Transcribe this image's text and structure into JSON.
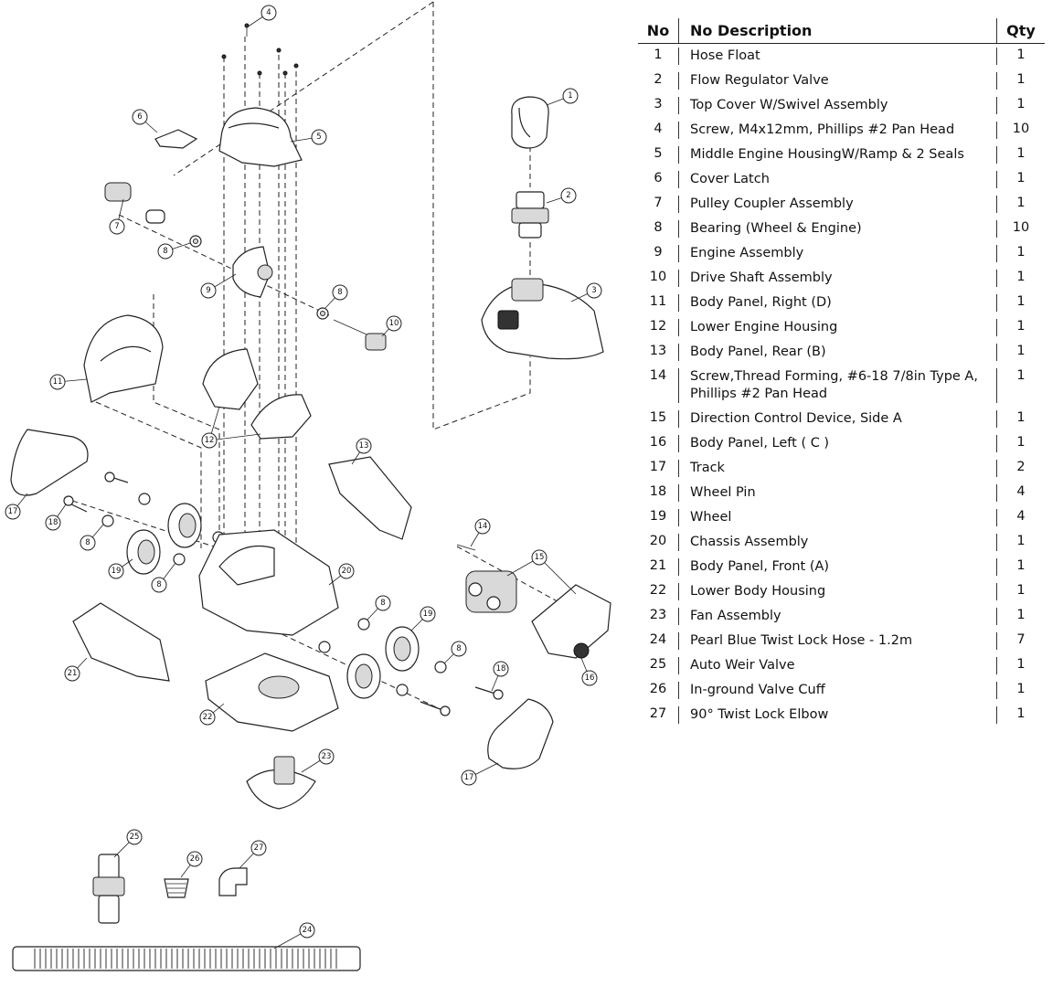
{
  "table": {
    "headers": {
      "no": "No",
      "description": "No Description",
      "qty": "Qty"
    },
    "rows": [
      {
        "no": "1",
        "description": "Hose Float",
        "qty": "1"
      },
      {
        "no": "2",
        "description": "Flow Regulator Valve",
        "qty": "1"
      },
      {
        "no": "3",
        "description": "Top Cover W/Swivel Assembly",
        "qty": "1"
      },
      {
        "no": "4",
        "description": "Screw, M4x12mm, Phillips #2 Pan Head",
        "qty": "10"
      },
      {
        "no": "5",
        "description": "Middle Engine HousingW/Ramp & 2 Seals",
        "qty": "1"
      },
      {
        "no": "6",
        "description": "Cover Latch",
        "qty": "1"
      },
      {
        "no": "7",
        "description": "Pulley Coupler Assembly",
        "qty": "1"
      },
      {
        "no": "8",
        "description": "Bearing (Wheel & Engine)",
        "qty": "10"
      },
      {
        "no": "9",
        "description": "Engine Assembly",
        "qty": "1"
      },
      {
        "no": "10",
        "description": "Drive Shaft Assembly",
        "qty": "1"
      },
      {
        "no": "11",
        "description": "Body Panel, Right (D)",
        "qty": "1"
      },
      {
        "no": "12",
        "description": "Lower Engine Housing",
        "qty": "1"
      },
      {
        "no": "13",
        "description": "Body Panel, Rear (B)",
        "qty": "1"
      },
      {
        "no": "14",
        "description": "Screw,Thread Forming, #6-18 7/8in Type A, Phillips #2 Pan Head",
        "qty": "1"
      },
      {
        "no": "15",
        "description": "Direction Control Device, Side A",
        "qty": "1"
      },
      {
        "no": "16",
        "description": "Body Panel, Left ( C )",
        "qty": "1"
      },
      {
        "no": "17",
        "description": "Track",
        "qty": "2"
      },
      {
        "no": "18",
        "description": "Wheel Pin",
        "qty": "4"
      },
      {
        "no": "19",
        "description": "Wheel",
        "qty": "4"
      },
      {
        "no": "20",
        "description": "Chassis Assembly",
        "qty": "1"
      },
      {
        "no": "21",
        "description": "Body Panel, Front (A)",
        "qty": "1"
      },
      {
        "no": "22",
        "description": "Lower Body Housing",
        "qty": "1"
      },
      {
        "no": "23",
        "description": "Fan Assembly",
        "qty": "1"
      },
      {
        "no": "24",
        "description": "Pearl Blue Twist Lock Hose - 1.2m",
        "qty": "7"
      },
      {
        "no": "25",
        "description": "Auto Weir Valve",
        "qty": "1"
      },
      {
        "no": "26",
        "description": "In-ground Valve Cuff",
        "qty": "1"
      },
      {
        "no": "27",
        "description": "90° Twist Lock Elbow",
        "qty": "1"
      }
    ]
  },
  "diagram": {
    "callouts": [
      "1",
      "2",
      "3",
      "4",
      "5",
      "6",
      "7",
      "8",
      "9",
      "10",
      "11",
      "12",
      "13",
      "14",
      "15",
      "16",
      "17",
      "18",
      "19",
      "20",
      "21",
      "22",
      "23",
      "24",
      "25",
      "26",
      "27"
    ]
  }
}
